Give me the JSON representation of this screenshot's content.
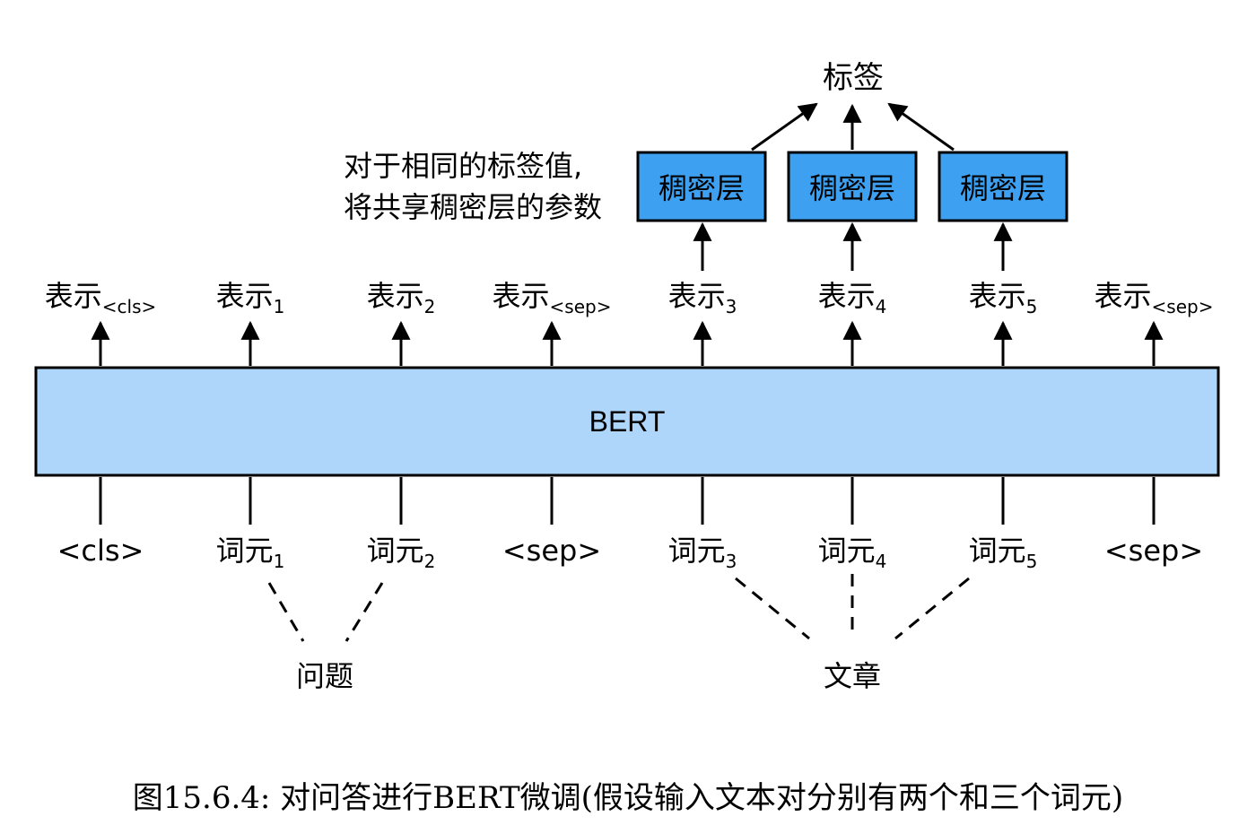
{
  "bert_label": "BERT",
  "label_top": "标签",
  "dense_layers": [
    "稠密层",
    "稠密层",
    "稠密层"
  ],
  "note_lines": [
    "对于相同的标签值,",
    "将共享稠密层的参数"
  ],
  "representations": [
    {
      "base": "表示",
      "sub": "<cls>"
    },
    {
      "base": "表示",
      "sub": "1"
    },
    {
      "base": "表示",
      "sub": "2"
    },
    {
      "base": "表示",
      "sub": "<sep>"
    },
    {
      "base": "表示",
      "sub": "3"
    },
    {
      "base": "表示",
      "sub": "4"
    },
    {
      "base": "表示",
      "sub": "5"
    },
    {
      "base": "表示",
      "sub": "<sep>"
    }
  ],
  "tokens": [
    {
      "base": "<cls>",
      "sub": ""
    },
    {
      "base": "词元",
      "sub": "1"
    },
    {
      "base": "词元",
      "sub": "2"
    },
    {
      "base": "<sep>",
      "sub": ""
    },
    {
      "base": "词元",
      "sub": "3"
    },
    {
      "base": "词元",
      "sub": "4"
    },
    {
      "base": "词元",
      "sub": "5"
    },
    {
      "base": "<sep>",
      "sub": ""
    }
  ],
  "group_question": "问题",
  "group_passage": "文章",
  "caption": "图15.6.4: 对问答进行BERT微调(假设输入文本对分别有两个和三个词元)",
  "colors": {
    "bert_fill": "#aed6fb",
    "dense_fill": "#3ea0f0",
    "stroke": "#000000"
  }
}
